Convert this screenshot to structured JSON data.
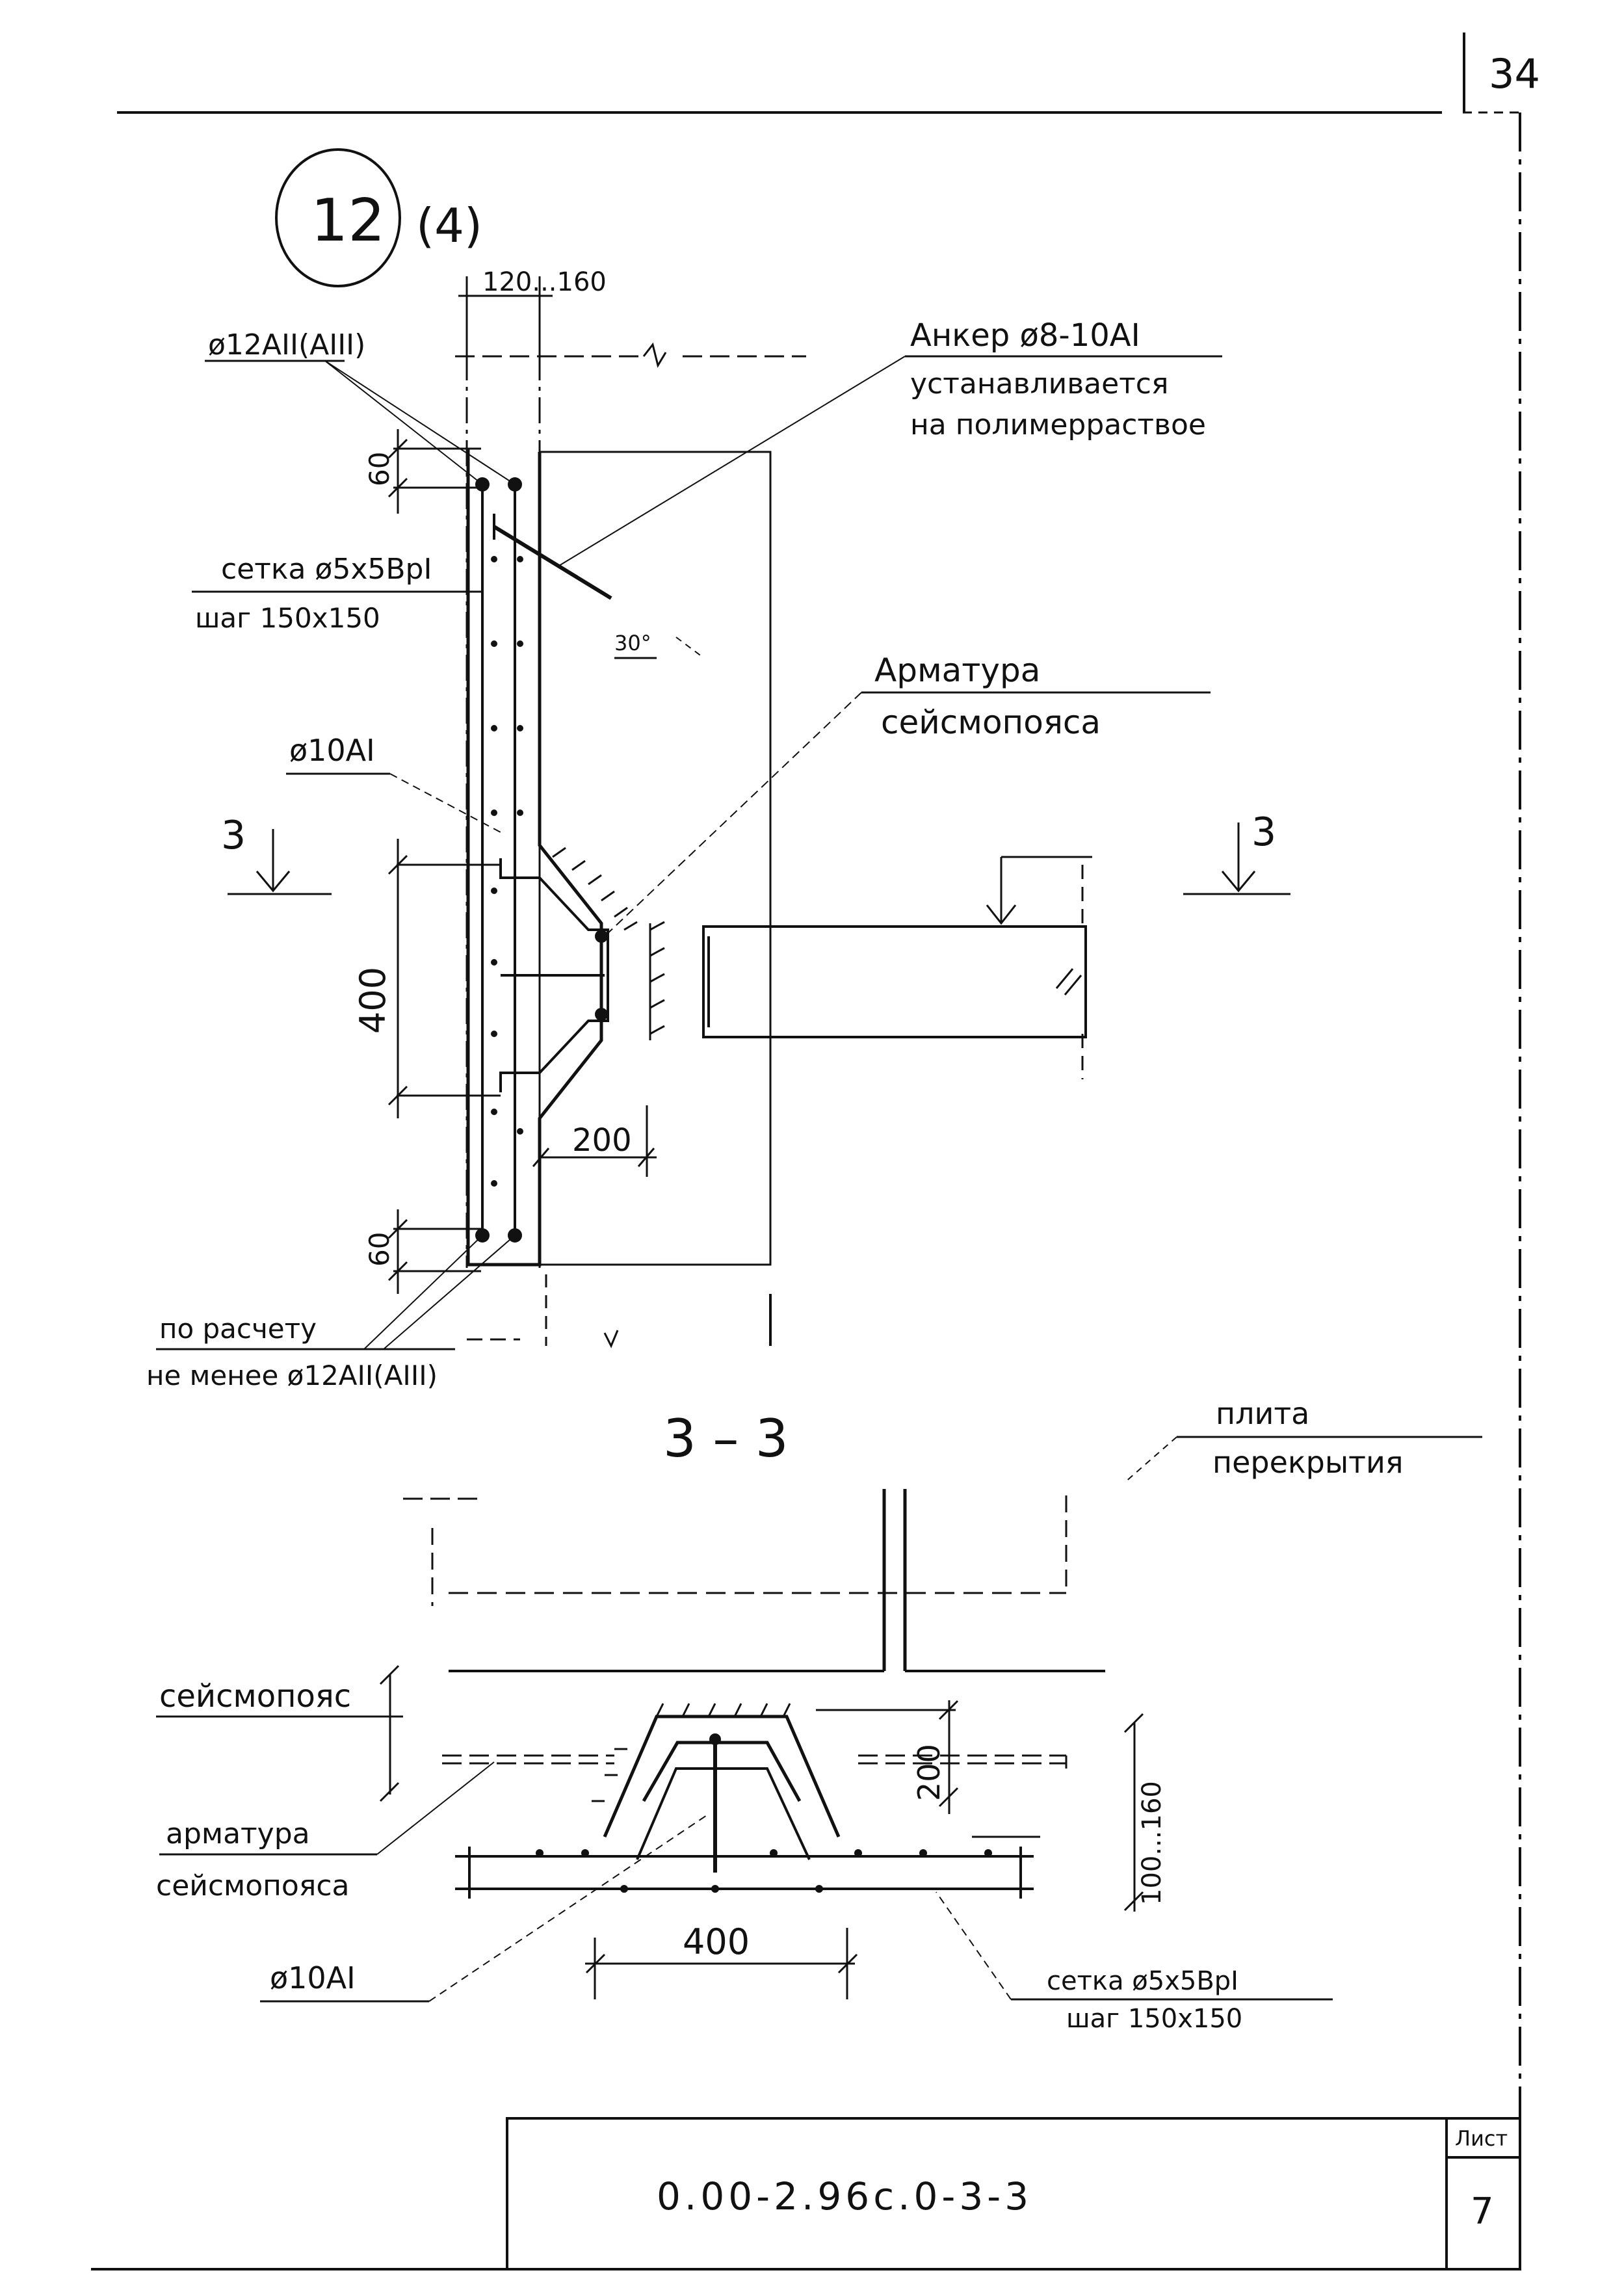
{
  "sheet": {
    "page_number": "34",
    "stamp_code": "0.00-2.96с.0-3-3",
    "sheet_label": "Лист",
    "sheet_number": "7"
  },
  "detail": {
    "node_number": "12",
    "node_ref": "(4)",
    "wall_thickness": "120...160"
  },
  "labels": {
    "rebar_top": "ø12AII(AIII)",
    "anchor_line1": "Анкер ø8-10AI",
    "anchor_line2": "устанавливается",
    "anchor_line3": "на полимерраствое",
    "mesh_line1": "сетка ø5x5BpI",
    "mesh_line2": "шаг 150x150",
    "angle": "30°",
    "seismic_rebar_line1": "Арматура",
    "seismic_rebar_line2": "сейсмопояса",
    "stirrup": "ø10AI",
    "bottom_rebar_line1": "по расчету",
    "bottom_rebar_line2": "не менее ø12AII(AIII)",
    "section_mark_left": "3",
    "section_mark_right": "3"
  },
  "dimensions": {
    "top_cover": "60",
    "bottom_cover": "60",
    "height": "400",
    "width_200": "200"
  },
  "section": {
    "title": "3 – 3",
    "slab_line1": "плита",
    "slab_line2": "перекрытия",
    "seismic_belt": "сейсмопояс",
    "seismic_rebar_line1": "арматура",
    "seismic_rebar_line2": "сейсмопояса",
    "stirrup": "ø10AI",
    "width_400": "400",
    "height_200": "200",
    "thickness": "100...160",
    "mesh_line1": "сетка ø5x5BpI",
    "mesh_line2": "шаг 150x150"
  }
}
